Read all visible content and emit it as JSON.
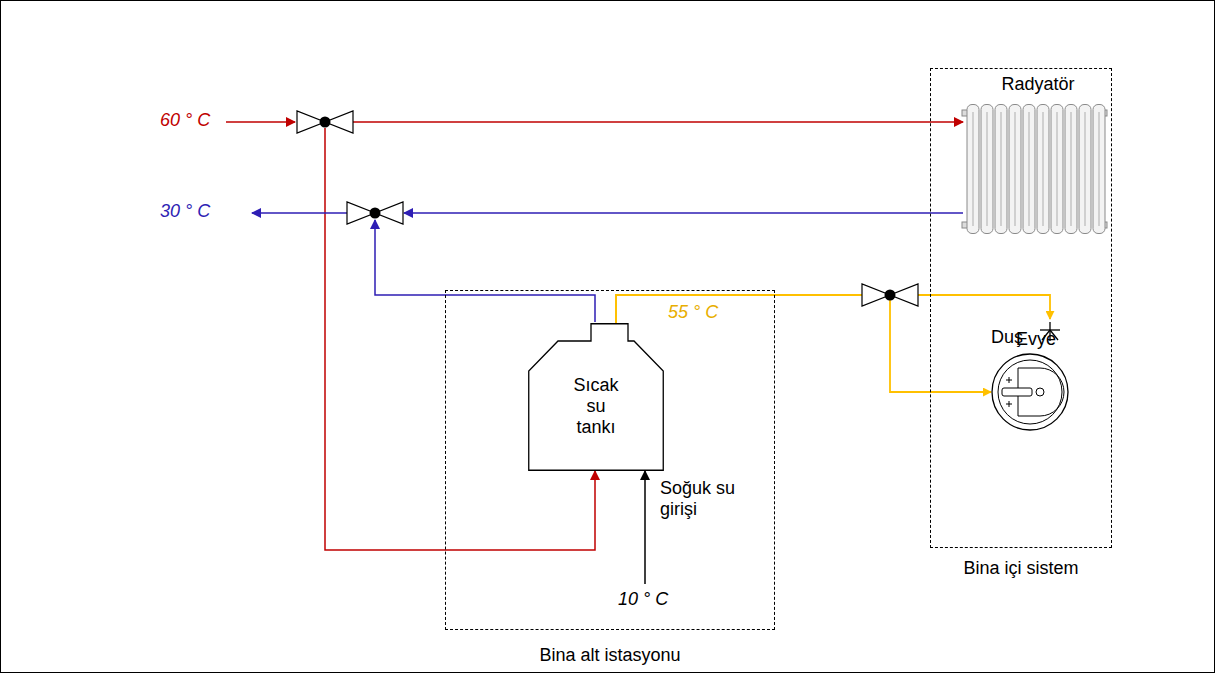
{
  "diagram": {
    "nodes": [
      {
        "text": [
          "Bina alt istasyonu"
        ]
      },
      {
        "text": [
          "Sıcak su tankı"
        ],
        "in": 0
      },
      {
        "text": [
          "Bina içi sistem"
        ]
      },
      {
        "text": [
          "Radyatör"
        ],
        "in": 2
      },
      {
        "text": [
          "Duş"
        ],
        "in": 2
      },
      {
        "text": [
          "Evye"
        ],
        "in": 2
      }
    ],
    "edges": [
      {
        "from": 1,
        "to": 4,
        "arrow": "to"
      },
      {
        "from": 1,
        "to": 5,
        "arrow": "to"
      }
    ],
    "labels": [
      "60 ° C",
      "30 ° C",
      "55 ° C",
      "Soğuk su girişi",
      "10 ° C"
    ]
  }
}
